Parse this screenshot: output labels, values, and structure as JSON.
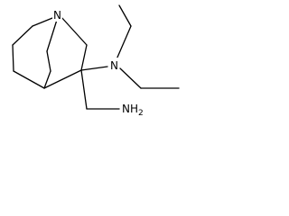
{
  "molecule": {
    "atoms": {
      "bridgehead_nitrogen": "N",
      "amine_nitrogen": "N",
      "primary_amine": "NH2"
    }
  }
}
